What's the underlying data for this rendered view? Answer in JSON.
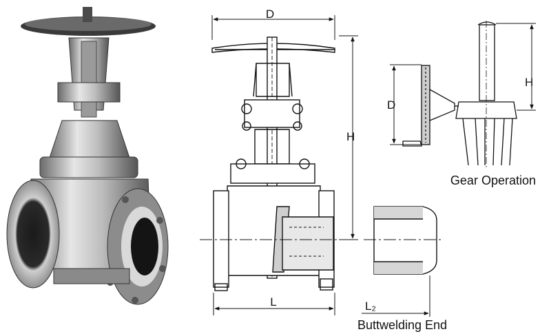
{
  "labels": {
    "dim_d_main": "D",
    "dim_h_main": "H",
    "dim_l_main": "L",
    "dim_l2": "L₂",
    "dim_d_gear": "D",
    "dim_h_gear": "H",
    "caption_gear": "Gear Operation",
    "caption_butt": "Buttwelding End"
  },
  "colors": {
    "ink": "#111111",
    "shade": "#cfcfcf",
    "metal_light": "#dcdcdc",
    "metal_dark": "#5a5a5a"
  }
}
